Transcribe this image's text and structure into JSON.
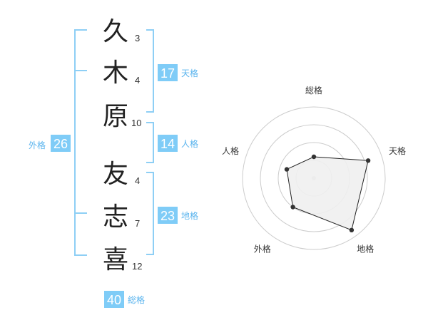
{
  "name_chars": [
    {
      "char": "久",
      "strokes": "3"
    },
    {
      "char": "木",
      "strokes": "4"
    },
    {
      "char": "原",
      "strokes": "10"
    },
    {
      "char": "友",
      "strokes": "4"
    },
    {
      "char": "志",
      "strokes": "7"
    },
    {
      "char": "喜",
      "strokes": "12"
    }
  ],
  "fortunes": {
    "tenkaku": {
      "label": "天格",
      "value": "17"
    },
    "jinkaku": {
      "label": "人格",
      "value": "14"
    },
    "chikaku": {
      "label": "地格",
      "value": "23"
    },
    "gaikaku": {
      "label": "外格",
      "value": "26"
    },
    "soukaku": {
      "label": "総格",
      "value": "40"
    }
  },
  "colors": {
    "accent": "#7fccf7",
    "accent_text": "#5ab4ee",
    "bracket": "#8ecff5",
    "radar_fill": "#f0f0f0",
    "radar_line": "#222222",
    "ring": "#cccccc"
  },
  "chart_data": {
    "type": "radar",
    "axes": [
      "総格",
      "天格",
      "地格",
      "外格",
      "人格"
    ],
    "values": [
      0.3,
      0.8,
      0.9,
      0.5,
      0.4
    ],
    "ylim": [
      0,
      1
    ],
    "rings": 4
  }
}
